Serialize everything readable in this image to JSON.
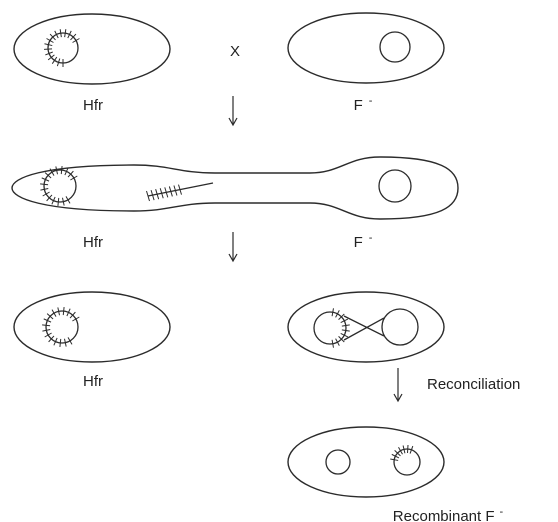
{
  "labels": {
    "hfr_1": "Hfr",
    "cross": "X",
    "fminus_1": "F",
    "fminus_1_sup": "-",
    "hfr_2": "Hfr",
    "fminus_2": "F",
    "fminus_2_sup": "-",
    "hfr_3": "Hfr",
    "reconciliation": "Reconciliation",
    "recombinant": "Recombinant F",
    "recombinant_sup": "-"
  },
  "colors": {
    "stroke": "#2b2b2b",
    "text": "#222222",
    "background": "#ffffff"
  }
}
